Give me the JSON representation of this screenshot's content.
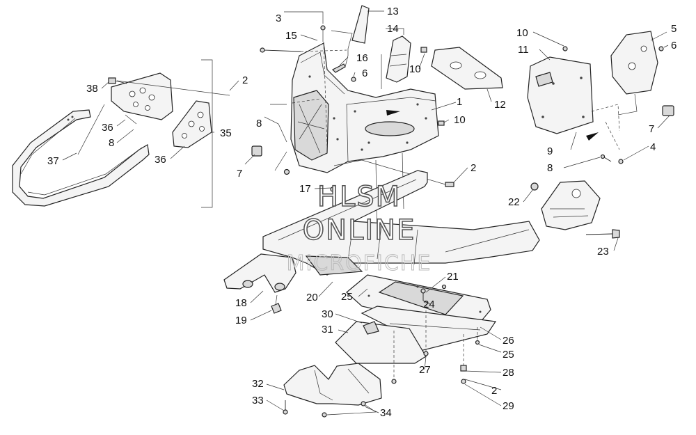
{
  "diagram": {
    "watermark": {
      "line1": "HLSM",
      "line2": "ONLINE",
      "line3": "MICROFICHE"
    },
    "callouts": [
      {
        "id": "c-1",
        "text": "1"
      },
      {
        "id": "c-2a",
        "text": "2"
      },
      {
        "id": "c-2b",
        "text": "2"
      },
      {
        "id": "c-2c",
        "text": "2"
      },
      {
        "id": "c-3",
        "text": "3"
      },
      {
        "id": "c-4",
        "text": "4"
      },
      {
        "id": "c-5",
        "text": "5"
      },
      {
        "id": "c-6a",
        "text": "6"
      },
      {
        "id": "c-6b",
        "text": "6"
      },
      {
        "id": "c-7a",
        "text": "7"
      },
      {
        "id": "c-7b",
        "text": "7"
      },
      {
        "id": "c-8a",
        "text": "8"
      },
      {
        "id": "c-8b",
        "text": "8"
      },
      {
        "id": "c-8c",
        "text": "8"
      },
      {
        "id": "c-9",
        "text": "9"
      },
      {
        "id": "c-10a",
        "text": "10"
      },
      {
        "id": "c-10b",
        "text": "10"
      },
      {
        "id": "c-10c",
        "text": "10"
      },
      {
        "id": "c-11",
        "text": "11"
      },
      {
        "id": "c-12",
        "text": "12"
      },
      {
        "id": "c-13",
        "text": "13"
      },
      {
        "id": "c-14",
        "text": "14"
      },
      {
        "id": "c-15",
        "text": "15"
      },
      {
        "id": "c-16",
        "text": "16"
      },
      {
        "id": "c-17",
        "text": "17"
      },
      {
        "id": "c-18",
        "text": "18"
      },
      {
        "id": "c-19",
        "text": "19"
      },
      {
        "id": "c-20",
        "text": "20"
      },
      {
        "id": "c-21",
        "text": "21"
      },
      {
        "id": "c-22",
        "text": "22"
      },
      {
        "id": "c-23",
        "text": "23"
      },
      {
        "id": "c-24",
        "text": "24"
      },
      {
        "id": "c-25a",
        "text": "25"
      },
      {
        "id": "c-25b",
        "text": "25"
      },
      {
        "id": "c-26",
        "text": "26"
      },
      {
        "id": "c-27",
        "text": "27"
      },
      {
        "id": "c-28",
        "text": "28"
      },
      {
        "id": "c-29",
        "text": "29"
      },
      {
        "id": "c-30",
        "text": "30"
      },
      {
        "id": "c-31",
        "text": "31"
      },
      {
        "id": "c-32",
        "text": "32"
      },
      {
        "id": "c-33",
        "text": "33"
      },
      {
        "id": "c-34",
        "text": "34"
      },
      {
        "id": "c-35",
        "text": "35"
      },
      {
        "id": "c-36a",
        "text": "36"
      },
      {
        "id": "c-36b",
        "text": "36"
      },
      {
        "id": "c-37",
        "text": "37"
      },
      {
        "id": "c-38",
        "text": "38"
      }
    ]
  }
}
